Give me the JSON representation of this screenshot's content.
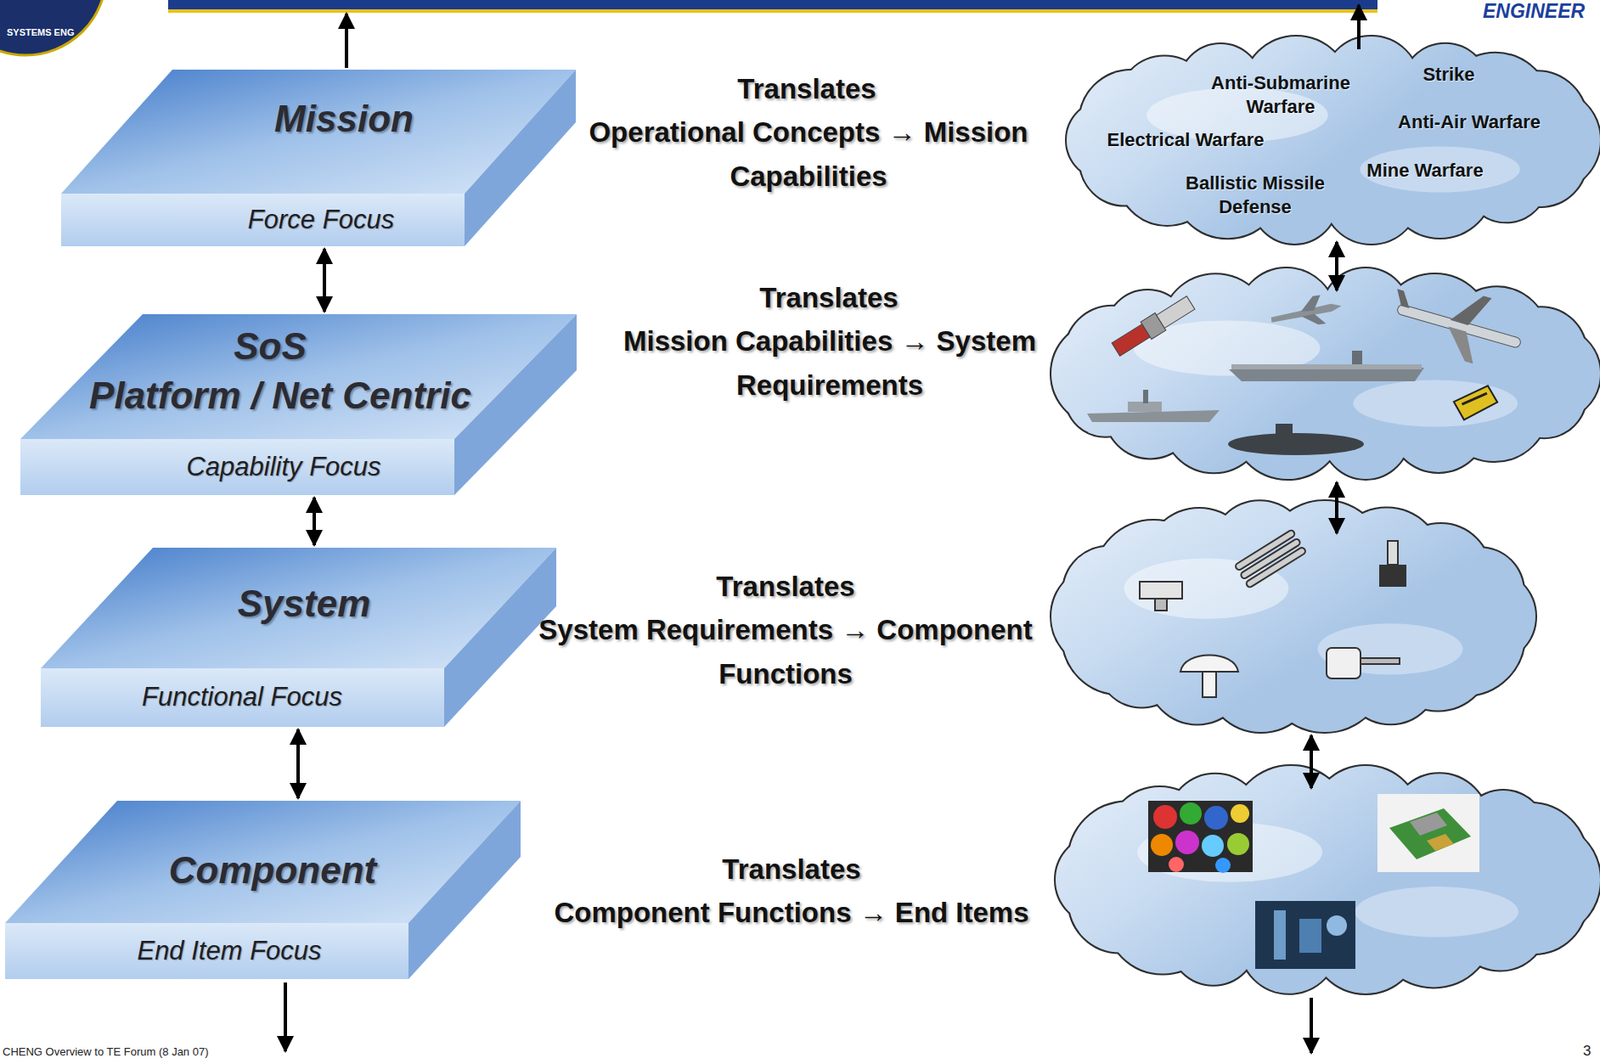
{
  "diagram": {
    "nodes": [
      {
        "text": [
          "Mission",
          "Force Focus"
        ]
      },
      {
        "text": [
          "SoS",
          "Platform / Net Centric",
          "Capability Focus"
        ]
      },
      {
        "text": [
          "System",
          "Functional Focus"
        ]
      },
      {
        "text": [
          "Component",
          "End Item Focus"
        ]
      },
      {
        "text": [
          "Anti-Submarine Warfare",
          "Strike",
          "Electrical Warfare",
          "Anti-Air Warfare",
          "Ballistic Missile Defense",
          "Mine Warfare"
        ]
      }
    ],
    "edges": [
      {
        "from": 0,
        "to": 1,
        "arrow": "both"
      },
      {
        "from": 1,
        "to": 2,
        "arrow": "both"
      },
      {
        "from": 2,
        "to": 3,
        "arrow": "both"
      }
    ],
    "labels": [
      "SYSTEMS ENG",
      "ENGINEER",
      "Translates",
      "Operational Concepts → Mission Capabilities",
      "Translates",
      "Mission Capabilities → System Requirements",
      "Translates",
      "System Requirements → Component Functions",
      "Translates",
      "Component Functions → End Items",
      "CHENG Overview to TE Forum (8 Jan 07)",
      "3"
    ]
  }
}
